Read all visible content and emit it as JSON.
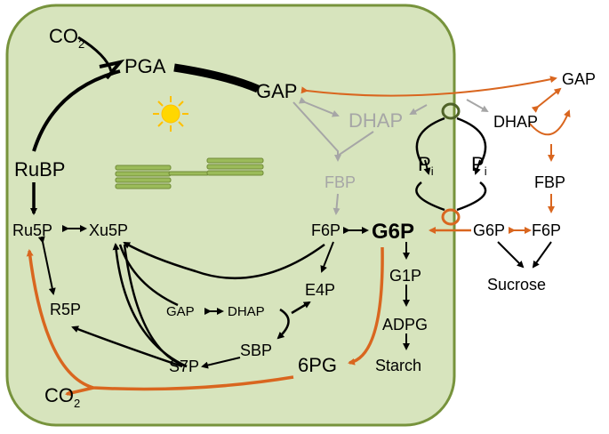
{
  "colors": {
    "chloroplast_fill": "#d7e4bd",
    "chloroplast_border": "#77933c",
    "orange_arrow": "#d9661f",
    "gray_label": "#a6a6a6",
    "sun": "#ffd700",
    "thylakoid": "#9bbb59"
  },
  "icons": {
    "sun": "sun-icon",
    "thylakoid": "thylakoid-stack-icon",
    "transporter": "transporter-ring-icon"
  },
  "labels": {
    "co2_top": "CO",
    "co2_top_sub": "2",
    "pga": "PGA",
    "gap_chloro": "GAP",
    "dhap_chloro": "DHAP",
    "rubp": "RuBP",
    "ru5p": "Ru5P",
    "xu5p": "Xu5P",
    "r5p": "R5P",
    "fbp_chloro": "FBP",
    "f6p_chloro": "F6P",
    "g6p_chloro": "G6P",
    "e4p": "E4P",
    "gap_inner": "GAP",
    "dhap_inner": "DHAP",
    "sbp": "SBP",
    "s7p": "S7P",
    "g1p": "G1P",
    "adpg": "ADPG",
    "starch": "Starch",
    "pg6": "6PG",
    "co2_bottom": "CO",
    "co2_bottom_sub": "2",
    "pi_left": "P",
    "pi_left_sub": "i",
    "pi_right": "P",
    "pi_right_sub": "i",
    "gap_cyto": "GAP",
    "dhap_cyto": "DHAP",
    "fbp_cyto": "FBP",
    "g6p_cyto": "G6P",
    "f6p_cyto": "F6P",
    "sucrose": "Sucrose"
  }
}
